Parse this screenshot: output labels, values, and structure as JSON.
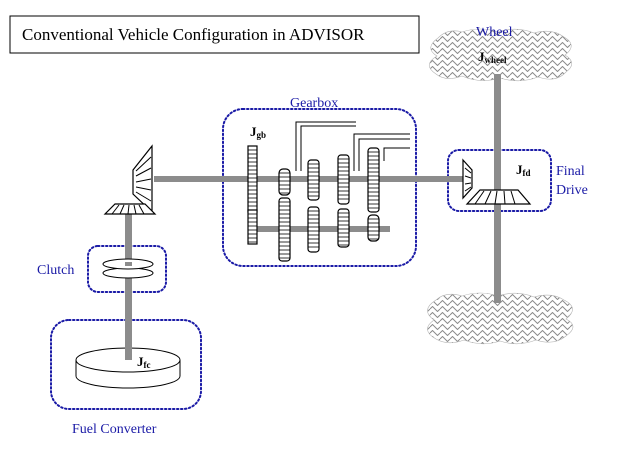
{
  "title": "Conventional Vehicle Configuration in ADVISOR",
  "labels": {
    "wheel": "Wheel",
    "gearbox": "Gearbox",
    "final_drive_line1": "Final",
    "final_drive_line2": "Drive",
    "clutch": "Clutch",
    "fuel_converter": "Fuel Converter"
  },
  "inertias": {
    "wheel": {
      "symbol": "J",
      "subscript": "wheel"
    },
    "gearbox": {
      "symbol": "J",
      "subscript": "gb"
    },
    "final_drive": {
      "symbol": "J",
      "subscript": "fd"
    },
    "fuel_converter": {
      "symbol": "J",
      "subscript": "fc"
    }
  },
  "colors": {
    "label_blue": "#1a1aa6",
    "shaft_gray": "#8c8c8c",
    "outline": "#000000"
  }
}
